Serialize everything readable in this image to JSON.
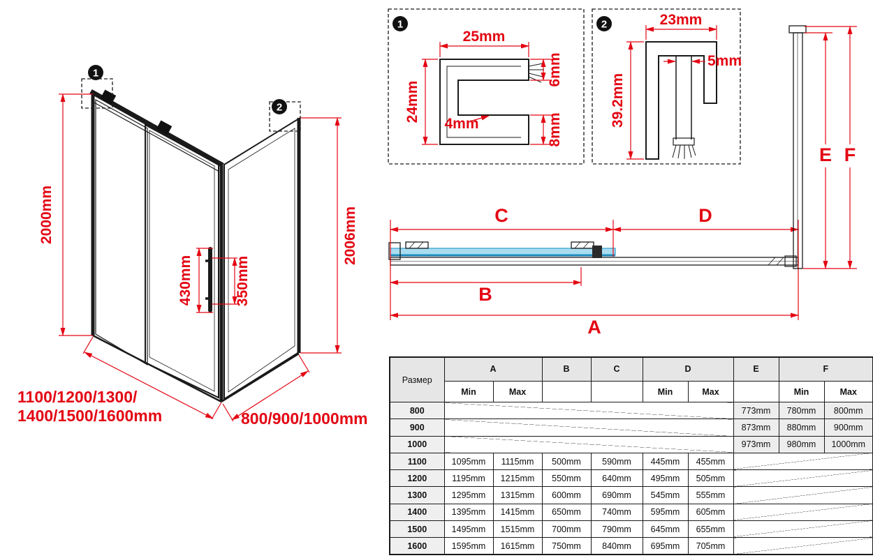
{
  "colors": {
    "dimension_red": "#e30613",
    "line_black": "#1a1a1a",
    "glass_blue_fill": "#aadcf0",
    "glass_blue_edge": "#2b9fd0",
    "table_header_gray": "#e6e6e6"
  },
  "iso": {
    "marker1": "1",
    "marker2": "2",
    "height_left": "2000mm",
    "height_right": "2006mm",
    "handle_length": "430mm",
    "handle_spacing": "350mm",
    "width_options_line1": "1100/1200/1300/",
    "width_options_line2": "1400/1500/1600mm",
    "depth_options": "800/900/1000mm"
  },
  "detail1": {
    "marker": "1",
    "width": "25mm",
    "height": "24mm",
    "slot": "4mm",
    "top_lip": "6mm",
    "bottom_lip": "8mm"
  },
  "detail2": {
    "marker": "2",
    "width": "23mm",
    "height": "39.2mm",
    "channel": "5mm"
  },
  "section": {
    "a": "A",
    "b": "B",
    "c": "C",
    "d": "D",
    "e": "E",
    "f": "F"
  },
  "table": {
    "size_header": "Размер",
    "columns": {
      "a": "A",
      "b": "B",
      "c": "C",
      "d": "D",
      "e": "E",
      "f": "F"
    },
    "min_label": "Min",
    "max_label": "Max",
    "rows": [
      {
        "size": "800",
        "e": "773mm",
        "f_min": "780mm",
        "f_max": "800mm"
      },
      {
        "size": "900",
        "e": "873mm",
        "f_min": "880mm",
        "f_max": "900mm"
      },
      {
        "size": "1000",
        "e": "973mm",
        "f_min": "980mm",
        "f_max": "1000mm"
      },
      {
        "size": "1100",
        "a_min": "1095mm",
        "a_max": "1115mm",
        "b": "500mm",
        "c": "590mm",
        "d_min": "445mm",
        "d_max": "455mm"
      },
      {
        "size": "1200",
        "a_min": "1195mm",
        "a_max": "1215mm",
        "b": "550mm",
        "c": "640mm",
        "d_min": "495mm",
        "d_max": "505mm"
      },
      {
        "size": "1300",
        "a_min": "1295mm",
        "a_max": "1315mm",
        "b": "600mm",
        "c": "690mm",
        "d_min": "545mm",
        "d_max": "555mm"
      },
      {
        "size": "1400",
        "a_min": "1395mm",
        "a_max": "1415mm",
        "b": "650mm",
        "c": "740mm",
        "d_min": "595mm",
        "d_max": "605mm"
      },
      {
        "size": "1500",
        "a_min": "1495mm",
        "a_max": "1515mm",
        "b": "700mm",
        "c": "790mm",
        "d_min": "645mm",
        "d_max": "655mm"
      },
      {
        "size": "1600",
        "a_min": "1595mm",
        "a_max": "1615mm",
        "b": "750mm",
        "c": "840mm",
        "d_min": "695mm",
        "d_max": "705mm"
      }
    ]
  }
}
